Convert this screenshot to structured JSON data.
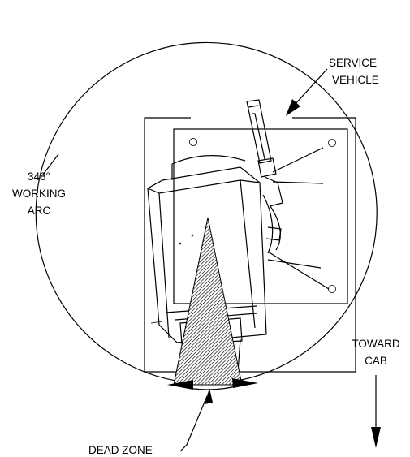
{
  "labels": {
    "service_vehicle": [
      "SERVICE",
      "VEHICLE"
    ],
    "working_arc": [
      "348°",
      "WORKING",
      "ARC"
    ],
    "toward_cab": [
      "TOWARD",
      "CAB"
    ],
    "dead_zone": "DEAD ZONE"
  },
  "colors": {
    "line": "#000000",
    "background": "#ffffff"
  }
}
